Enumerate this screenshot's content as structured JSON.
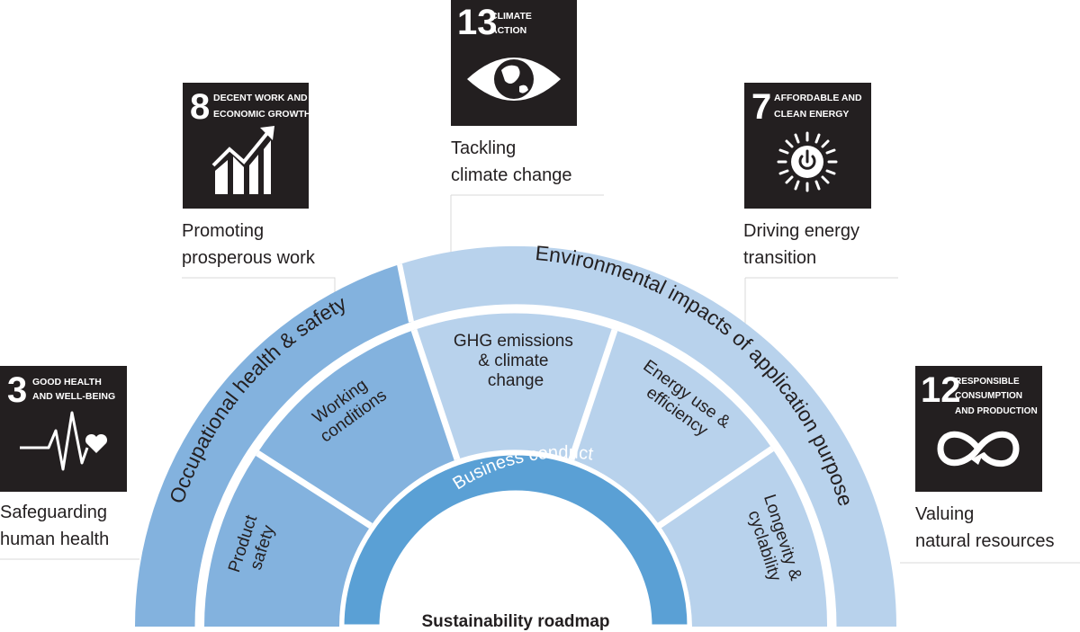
{
  "colors": {
    "outer_ring_left": "#83b2de",
    "outer_ring_right": "#b8d2ec",
    "middle_ring_left": "#83b2de",
    "middle_ring_right": "#b8d2ec",
    "inner_ring": "#5aa0d5",
    "sdg_tile": "#231f20"
  },
  "center": {
    "label": "Sustainability roadmap"
  },
  "inner_ring": {
    "label": "Business conduct"
  },
  "outer_ring": {
    "left_label": "Occupational health & safety",
    "right_label": "Environmental impacts of application purpose"
  },
  "segments": [
    {
      "lines": [
        "Product",
        "safety"
      ]
    },
    {
      "lines": [
        "Working",
        "conditions"
      ]
    },
    {
      "lines": [
        "GHG emissions",
        "& climate",
        "change"
      ]
    },
    {
      "lines": [
        "Energy use &",
        "efficiency"
      ]
    },
    {
      "lines": [
        "Longevity &",
        "cyclability"
      ]
    }
  ],
  "sdgs": [
    {
      "number": "3",
      "title_lines": [
        "GOOD HEALTH",
        "AND WELL-BEING"
      ],
      "icon": "heartbeat-icon",
      "caption": [
        "Safeguarding",
        "human health"
      ]
    },
    {
      "number": "8",
      "title_lines": [
        "DECENT WORK AND",
        "ECONOMIC GROWTH"
      ],
      "icon": "growth-chart-icon",
      "caption": [
        "Promoting",
        "prosperous work"
      ]
    },
    {
      "number": "13",
      "title_lines": [
        "CLIMATE",
        "ACTION"
      ],
      "icon": "earth-eye-icon",
      "caption": [
        "Tackling",
        "climate change"
      ]
    },
    {
      "number": "7",
      "title_lines": [
        "AFFORDABLE AND",
        "CLEAN ENERGY"
      ],
      "icon": "sun-power-icon",
      "caption": [
        "Driving energy",
        "transition"
      ]
    },
    {
      "number": "12",
      "title_lines": [
        "RESPONSIBLE",
        "CONSUMPTION",
        "AND PRODUCTION"
      ],
      "icon": "infinity-loop-icon",
      "caption": [
        "Valuing",
        "natural resources"
      ]
    }
  ]
}
